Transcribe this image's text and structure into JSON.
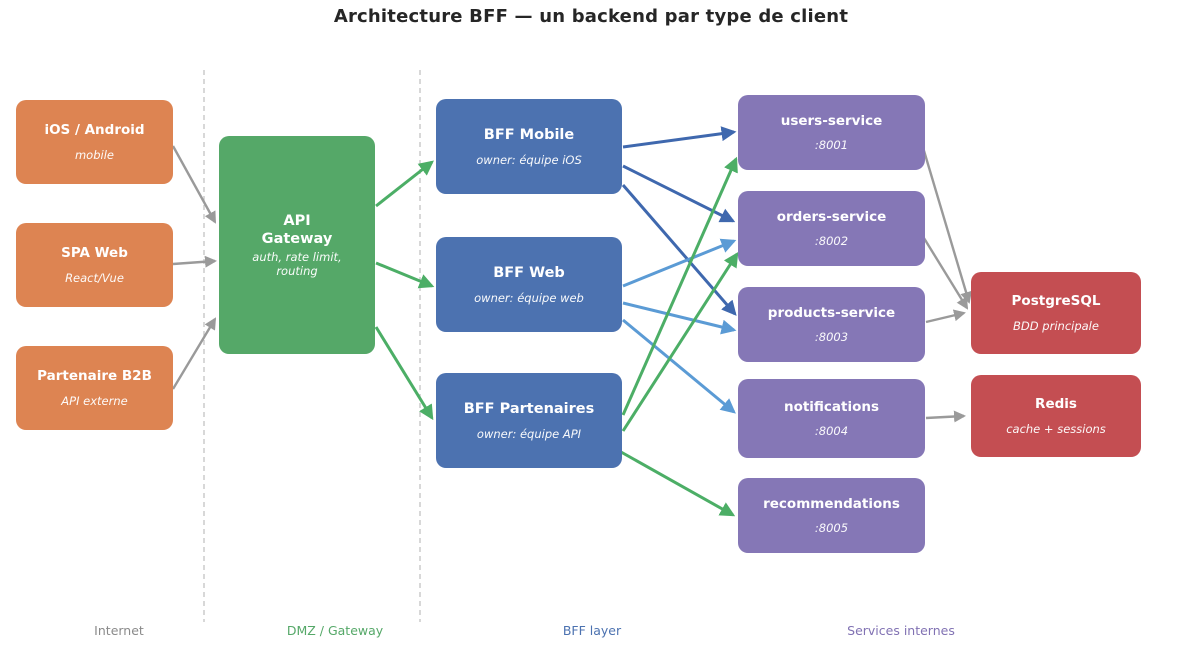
{
  "title": "Architecture BFF — un backend par type de client",
  "clients": [
    {
      "title": "iOS / Android",
      "subtitle": "mobile"
    },
    {
      "title": "SPA Web",
      "subtitle": "React/Vue"
    },
    {
      "title": "Partenaire B2B",
      "subtitle": "API externe"
    }
  ],
  "gateway": {
    "title": "API\nGateway",
    "subtitle": "auth, rate limit, routing"
  },
  "bffs": [
    {
      "title": "BFF Mobile",
      "subtitle": "owner: équipe iOS"
    },
    {
      "title": "BFF Web",
      "subtitle": "owner: équipe web"
    },
    {
      "title": "BFF Partenaires",
      "subtitle": "owner: équipe API"
    }
  ],
  "services": [
    {
      "title": "users-service",
      "port": ":8001"
    },
    {
      "title": "orders-service",
      "port": ":8002"
    },
    {
      "title": "products-service",
      "port": ":8003"
    },
    {
      "title": "notifications",
      "port": ":8004"
    },
    {
      "title": "recommendations",
      "port": ":8005"
    }
  ],
  "databases": [
    {
      "title": "PostgreSQL",
      "subtitle": "BDD principale"
    },
    {
      "title": "Redis",
      "subtitle": "cache + sessions"
    }
  ],
  "zone_labels": [
    {
      "label": "Internet",
      "color": "#8a8a8a"
    },
    {
      "label": "DMZ / Gateway",
      "color": "#55a868"
    },
    {
      "label": "BFF layer",
      "color": "#4c72b0"
    },
    {
      "label": "Services internes",
      "color": "#8172b3"
    }
  ],
  "colors": {
    "client_box": "#dd8452",
    "gateway_box": "#55a868",
    "bff_box": "#4c72b0",
    "service_box": "#8577b6",
    "db_box": "#c44e52",
    "arrow_gray": "#9a9a9a",
    "arrow_green": "#4cae66",
    "arrow_blue_dark": "#3f68ae",
    "arrow_blue_light": "#5b9bd5",
    "dashed_divider": "#c4c4c4"
  },
  "edges": [
    {
      "from": "client-ios-android",
      "to": "api-gateway",
      "color": "gray"
    },
    {
      "from": "client-spa-web",
      "to": "api-gateway",
      "color": "gray"
    },
    {
      "from": "client-partenaire-b2b",
      "to": "api-gateway",
      "color": "gray"
    },
    {
      "from": "api-gateway",
      "to": "bff-mobile",
      "color": "green"
    },
    {
      "from": "api-gateway",
      "to": "bff-web",
      "color": "green"
    },
    {
      "from": "api-gateway",
      "to": "bff-partenaires",
      "color": "green"
    },
    {
      "from": "bff-mobile",
      "to": "users-service",
      "color": "blue_dark"
    },
    {
      "from": "bff-mobile",
      "to": "orders-service",
      "color": "blue_dark"
    },
    {
      "from": "bff-mobile",
      "to": "products-service",
      "color": "blue_dark"
    },
    {
      "from": "bff-web",
      "to": "orders-service",
      "color": "blue_light"
    },
    {
      "from": "bff-web",
      "to": "products-service",
      "color": "blue_light"
    },
    {
      "from": "bff-web",
      "to": "notifications",
      "color": "blue_light"
    },
    {
      "from": "bff-partenaires",
      "to": "users-service",
      "color": "green"
    },
    {
      "from": "bff-partenaires",
      "to": "orders-service",
      "color": "green"
    },
    {
      "from": "bff-partenaires",
      "to": "recommendations",
      "color": "green"
    },
    {
      "from": "users-service",
      "to": "postgresql",
      "color": "gray"
    },
    {
      "from": "orders-service",
      "to": "postgresql",
      "color": "gray"
    },
    {
      "from": "products-service",
      "to": "postgresql",
      "color": "gray"
    },
    {
      "from": "notifications",
      "to": "redis",
      "color": "gray"
    }
  ]
}
